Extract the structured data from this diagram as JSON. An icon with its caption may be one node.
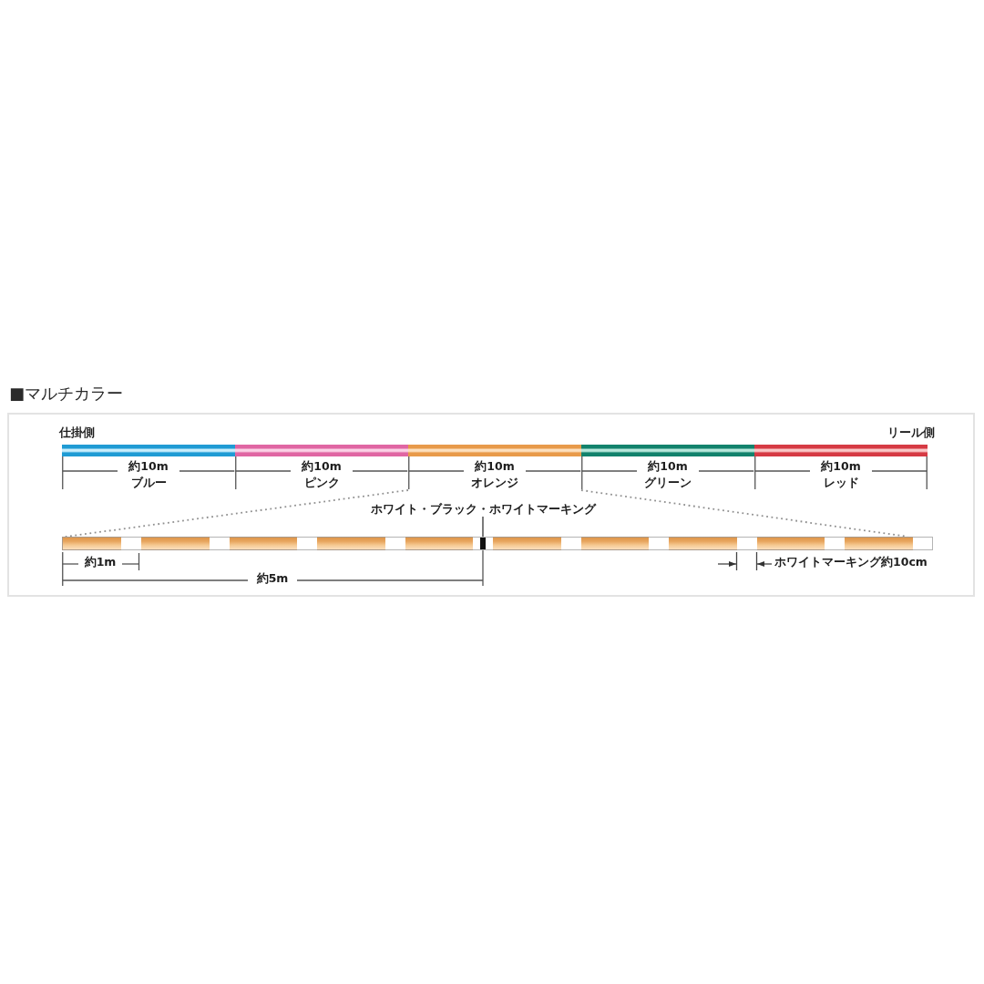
{
  "diagram": {
    "title": "■マルチカラー",
    "nodes": [
      {
        "text": [
          "約10m",
          "ブルー"
        ]
      },
      {
        "text": [
          "約10m",
          "ピンク"
        ]
      },
      {
        "text": [
          "約10m",
          "オレンジ"
        ]
      },
      {
        "text": [
          "約10m",
          "グリーン"
        ]
      },
      {
        "text": [
          "約10m",
          "レッド"
        ]
      },
      {
        "text": [
          "ホワイト・ブラック・ホワイトマーキング"
        ]
      },
      {
        "text": [],
        "shape": "bar"
      },
      {
        "text": [],
        "shape": "bar",
        "in": 6
      }
    ],
    "edges": [
      {
        "from": 2,
        "to": 6,
        "arrow": "none",
        "style": "dashed"
      },
      {
        "from": 2,
        "to": 6,
        "arrow": "none",
        "style": "dashed"
      },
      {
        "from": 5,
        "to": 7,
        "arrow": "none",
        "color": "#333333"
      }
    ],
    "labels": [
      "仕掛側",
      "リール側",
      "約1m",
      "ホワイトマーキング約10cm",
      "約5m"
    ]
  }
}
